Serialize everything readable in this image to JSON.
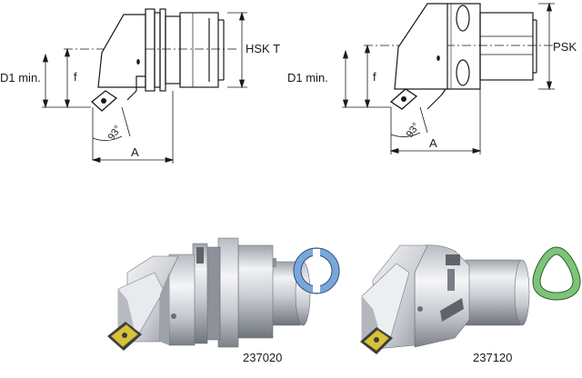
{
  "drawings": [
    {
      "label_shank": "HSK T",
      "label_d1": "D1 min.",
      "label_f": "f",
      "label_a": "A",
      "label_angle": "93°"
    },
    {
      "label_shank": "PSK",
      "label_d1": "D1 min.",
      "label_f": "f",
      "label_a": "A",
      "label_angle": "93°"
    }
  ],
  "products": [
    {
      "code": "237020",
      "clamp_icon": "ring-clamp-icon"
    },
    {
      "code": "237120",
      "clamp_icon": "triangle-clamp-icon"
    }
  ],
  "colors": {
    "line": "#1a1a1a",
    "steel_light": "#e6e8ec",
    "steel_dark": "#8a8e95",
    "ring_blue": "#7aa7d9",
    "ring_green": "#7cc47a",
    "insert_gold": "#d9c23a"
  }
}
